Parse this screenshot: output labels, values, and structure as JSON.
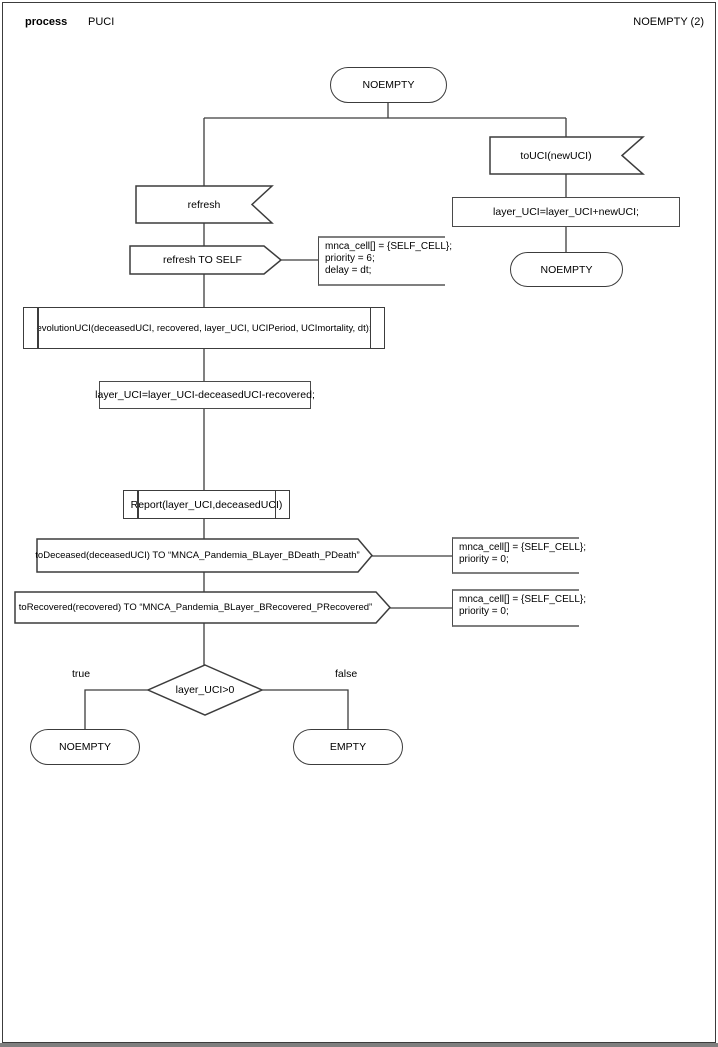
{
  "header": {
    "kind": "process",
    "name": "PUCI",
    "page": "NOEMPTY (2)"
  },
  "colors": {
    "line": "#3c3c3c",
    "comment_border": "#7f7f7f",
    "background": "#ffffff"
  },
  "nodes": {
    "start_state": {
      "type": "state",
      "label": "NOEMPTY"
    },
    "input_touci": {
      "type": "input-signal",
      "label": "toUCI(newUCI)"
    },
    "task_add": {
      "type": "task",
      "label": "layer_UCI=layer_UCI+newUCI;"
    },
    "state_noempty_right": {
      "type": "state",
      "label": "NOEMPTY"
    },
    "input_refresh": {
      "type": "input-signal",
      "label": "refresh"
    },
    "output_refresh_self": {
      "type": "output-signal",
      "label": "refresh TO SELF"
    },
    "comment_refresh": {
      "type": "comment",
      "lines": [
        "mnca_cell[] = {SELF_CELL};",
        "priority = 6;",
        "delay = dt;"
      ]
    },
    "proc_evolution": {
      "type": "procedure-call",
      "label": "evolutionUCI(deceasedUCI, recovered, layer_UCI, UCIPeriod, UCImortality, dt);"
    },
    "task_subtract": {
      "type": "task",
      "label": "layer_UCI=layer_UCI-deceasedUCI-recovered;"
    },
    "proc_report": {
      "type": "procedure-call",
      "label": "Report(layer_UCI,deceasedUCI)"
    },
    "output_deceased": {
      "type": "output-signal",
      "label": "toDeceased(deceasedUCI) TO “MNCA_Pandemia_BLayer_BDeath_PDeath”"
    },
    "comment_deceased": {
      "type": "comment",
      "lines": [
        "mnca_cell[] = {SELF_CELL};",
        "priority = 0;"
      ]
    },
    "output_recovered": {
      "type": "output-signal",
      "label": "toRecovered(recovered) TO “MNCA_Pandemia_BLayer_BRecovered_PRecovered”"
    },
    "comment_recovered": {
      "type": "comment",
      "lines": [
        "mnca_cell[] = {SELF_CELL};",
        "priority = 0;"
      ]
    },
    "decision": {
      "type": "decision",
      "label": "layer_UCI>0"
    },
    "branch_true": {
      "label": "true"
    },
    "branch_false": {
      "label": "false"
    },
    "state_noempty_bottom": {
      "type": "state",
      "label": "NOEMPTY"
    },
    "state_empty": {
      "type": "state",
      "label": "EMPTY"
    }
  }
}
